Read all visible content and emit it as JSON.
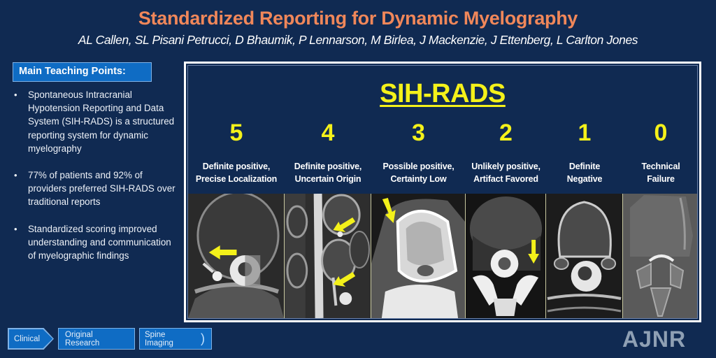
{
  "header": {
    "title": "Standardized Reporting for Dynamic Myelography",
    "authors": "AL Callen, SL Pisani Petrucci, D Bhaumik, P Lennarson, M Birlea, J Mackenzie, J Ettenberg, L Carlton Jones"
  },
  "teaching_points": {
    "heading": "Main Teaching Points:",
    "bullet_glyph": "•",
    "items": [
      "Spontaneous Intracranial Hypotension Reporting and Data System (SIH-RADS) is a structured reporting system for dynamic myelography",
      "77% of patients and 92% of providers preferred SIH-RADS over traditional reports",
      "Standardized scoring improved understanding and communication of myelographic findings"
    ]
  },
  "figure": {
    "title": "SIH-RADS",
    "grades": [
      {
        "score": "5",
        "line1": "Definite positive,",
        "line2": "Precise Localization",
        "image": "axial CT myelogram with leftward arrow"
      },
      {
        "score": "4",
        "line1": "Definite positive,",
        "line2": "Uncertain Origin",
        "image": "sagittal CT myelogram with two arrows"
      },
      {
        "score": "3",
        "line1": "Possible positive,",
        "line2": "Certainty Low",
        "image": "axial CT myelogram with downward-diagonal arrow"
      },
      {
        "score": "2",
        "line1": "Unlikely positive,",
        "line2": "Artifact Favored",
        "image": "axial CT myelogram with downward arrow"
      },
      {
        "score": "1",
        "line1": "Definite",
        "line2": "Negative",
        "image": "axial CT myelogram, no arrow"
      },
      {
        "score": "0",
        "line1": "Technical",
        "line2": "Failure",
        "image": "axial CT myelogram, no arrow"
      }
    ],
    "colors": {
      "title": "#f4f11a",
      "score": "#f4f11a",
      "arrow": "#f4f11a",
      "border": "#ffffff"
    }
  },
  "tags": {
    "clinical": "Clinical",
    "original_research": "Original Research",
    "spine_imaging": "Spine Imaging",
    "spine_icon": ")"
  },
  "logo": "AJNR",
  "colors": {
    "background": "#102a52",
    "title": "#f0875a",
    "tag_bg": "#0f6cc4"
  }
}
